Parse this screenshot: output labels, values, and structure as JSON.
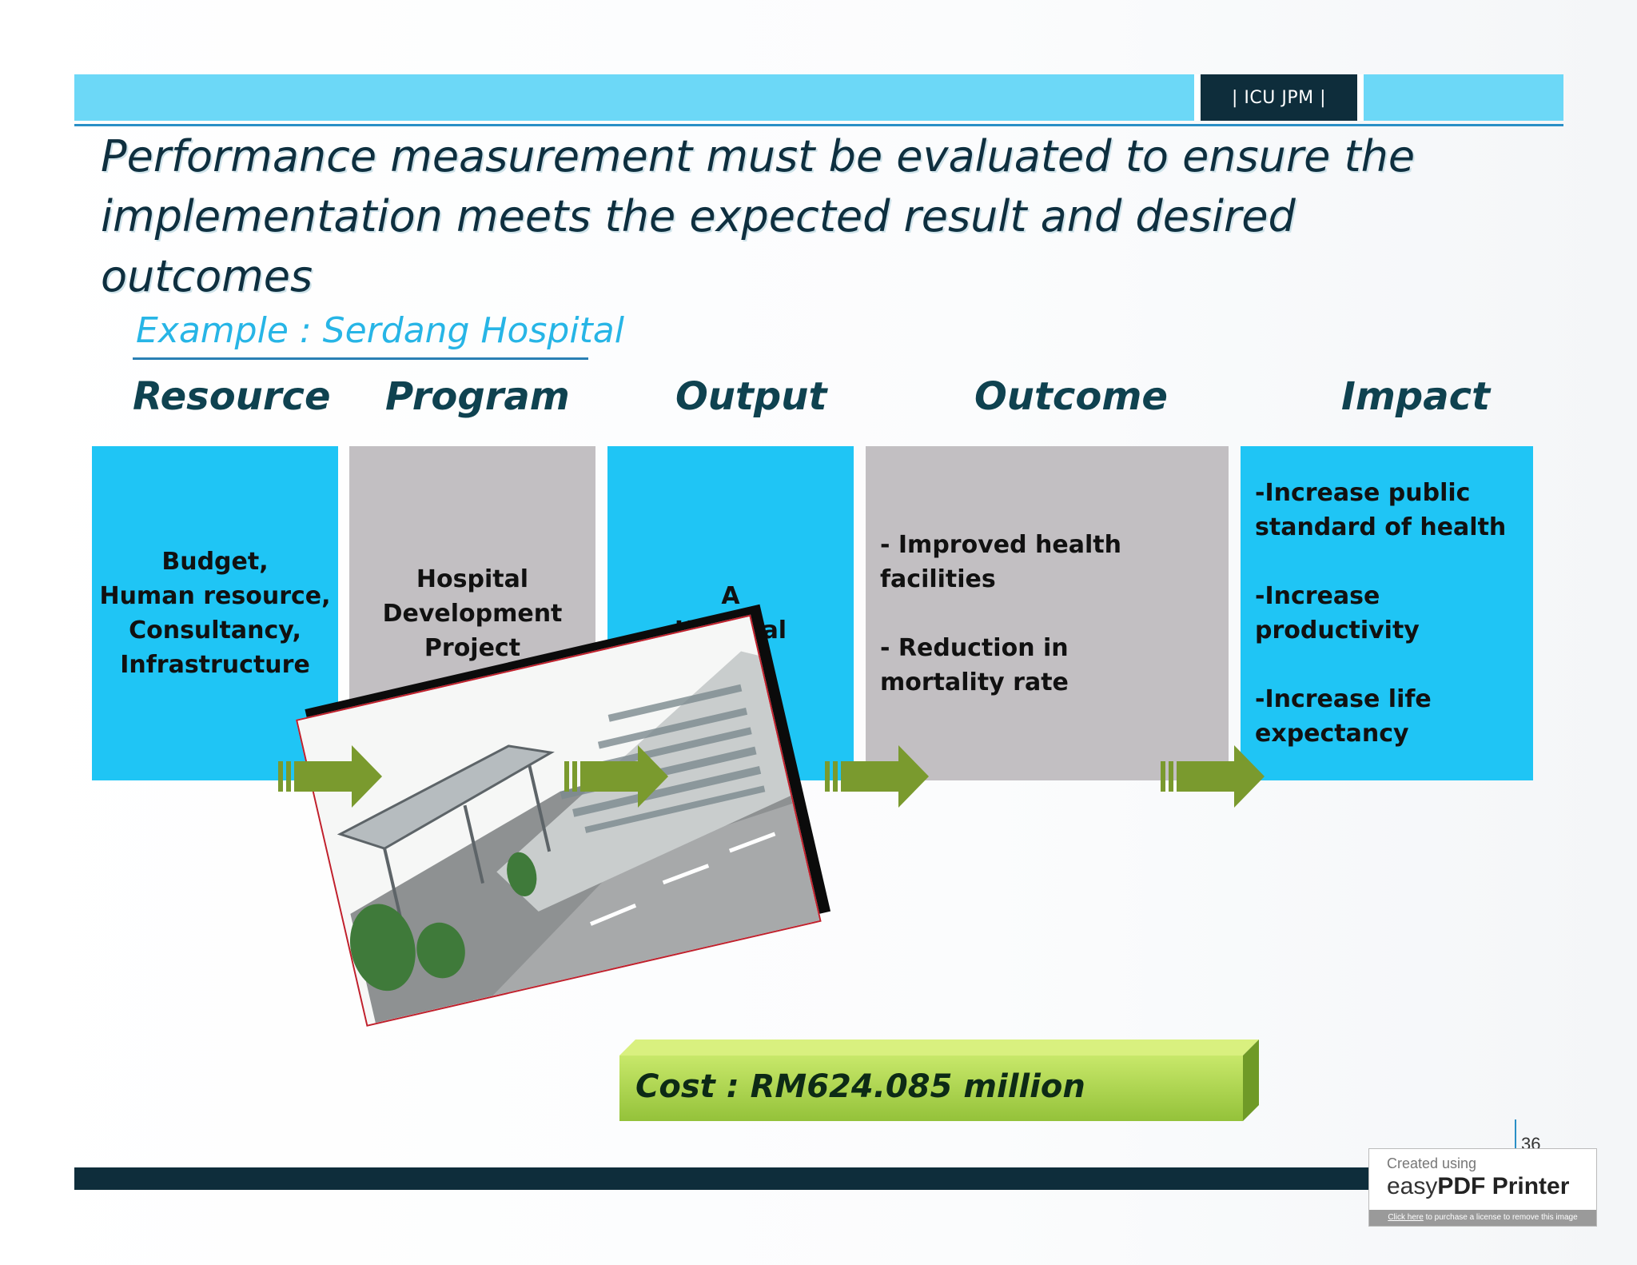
{
  "header": {
    "badge": "| ICU JPM |"
  },
  "title": {
    "line1": "Performance measurement must be evaluated to ensure the",
    "line2": "implementation meets the expected result and desired outcomes"
  },
  "example": "Example : Serdang Hospital",
  "columns": [
    {
      "heading": "Resource",
      "text": "Budget,\nHuman resource,\nConsultancy,\nInfrastructure",
      "color": "#1fc5f5"
    },
    {
      "heading": "Program",
      "text": "Hospital\nDevelopment\nProject",
      "color": "#c2bfc2"
    },
    {
      "heading": "Output",
      "text": "A\nHospital",
      "color": "#1fc5f5"
    },
    {
      "heading": "Outcome",
      "text": "- Improved health\n  facilities\n\n- Reduction in\n  mortality rate",
      "color": "#c2bfc2"
    },
    {
      "heading": "Impact",
      "text": "-Increase public\n standard of health\n\n-Increase\n  productivity\n\n-Increase life\n expectancy",
      "color": "#1fc5f5"
    }
  ],
  "arrow_color": "#7a9a2e",
  "cost": "Cost : RM624.085 million",
  "page_number": "36",
  "watermark": {
    "line1": "Created using",
    "brand_prefix": "easy",
    "brand_bold": "PDF Printer",
    "link": "Click here",
    "strip": "to purchase a license to remove this image"
  }
}
